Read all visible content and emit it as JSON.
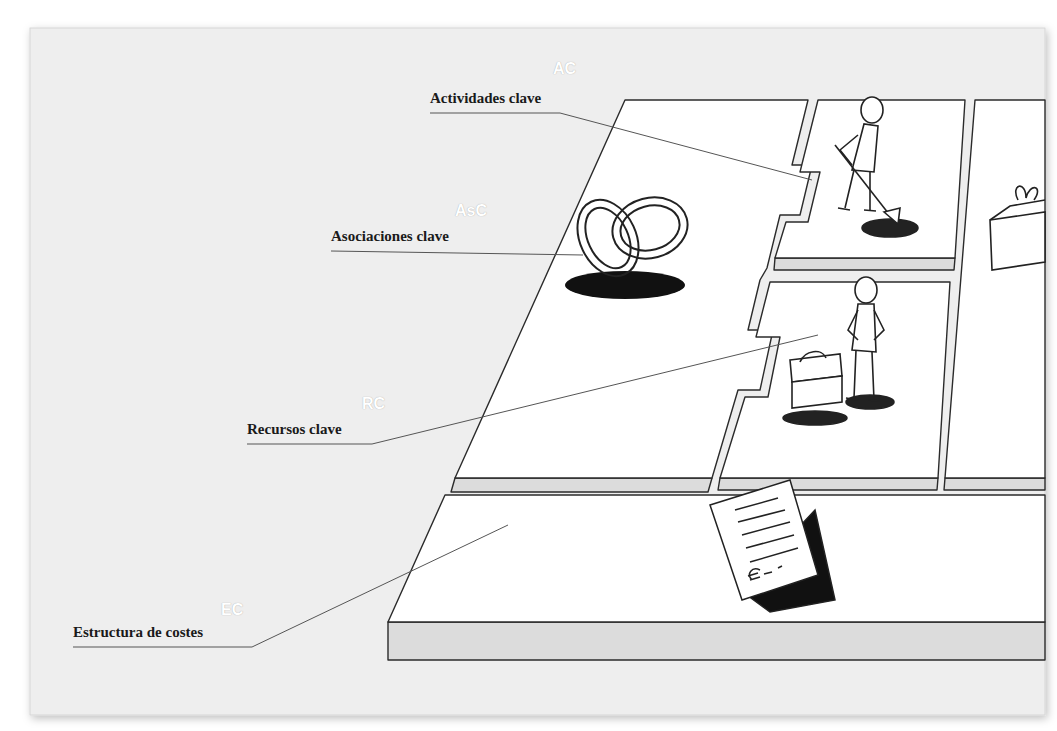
{
  "diagram": {
    "labels": [
      "AC",
      "Actividades clave",
      "AsC",
      "Asociaciones clave",
      "RC",
      "Recursos clave",
      "EC",
      "Estructura de costes"
    ]
  }
}
